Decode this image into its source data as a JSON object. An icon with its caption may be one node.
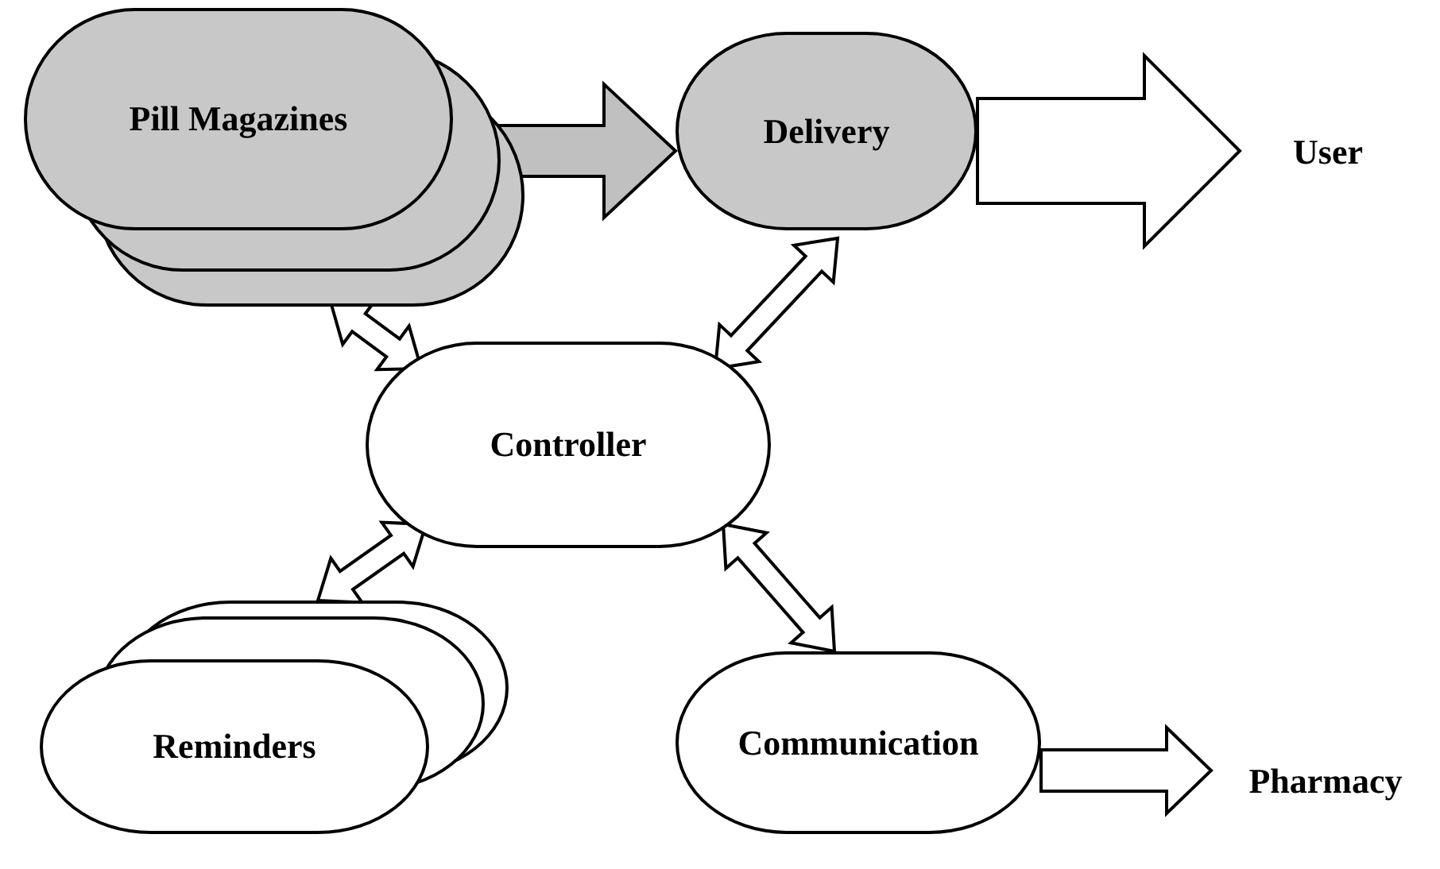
{
  "diagram": {
    "nodes": [
      {
        "text": [
          "Pill Magazines"
        ]
      },
      {
        "text": [
          "Delivery"
        ]
      },
      {
        "text": [
          "User"
        ]
      },
      {
        "text": [
          "Controller"
        ]
      },
      {
        "text": [
          "Reminders"
        ]
      },
      {
        "text": [
          "Communication"
        ]
      },
      {
        "text": [
          "Pharmacy"
        ]
      }
    ],
    "edges": [
      {
        "from": 0,
        "to": 1,
        "arrow": "to",
        "color": "#c0c0c0"
      },
      {
        "from": 1,
        "to": 2,
        "arrow": "to"
      },
      {
        "from": 0,
        "to": 3,
        "arrow": "both"
      },
      {
        "from": 1,
        "to": 3,
        "arrow": "both"
      },
      {
        "from": 4,
        "to": 3,
        "arrow": "both"
      },
      {
        "from": 3,
        "to": 5,
        "arrow": "both"
      },
      {
        "from": 5,
        "to": 6,
        "arrow": "to"
      }
    ]
  }
}
